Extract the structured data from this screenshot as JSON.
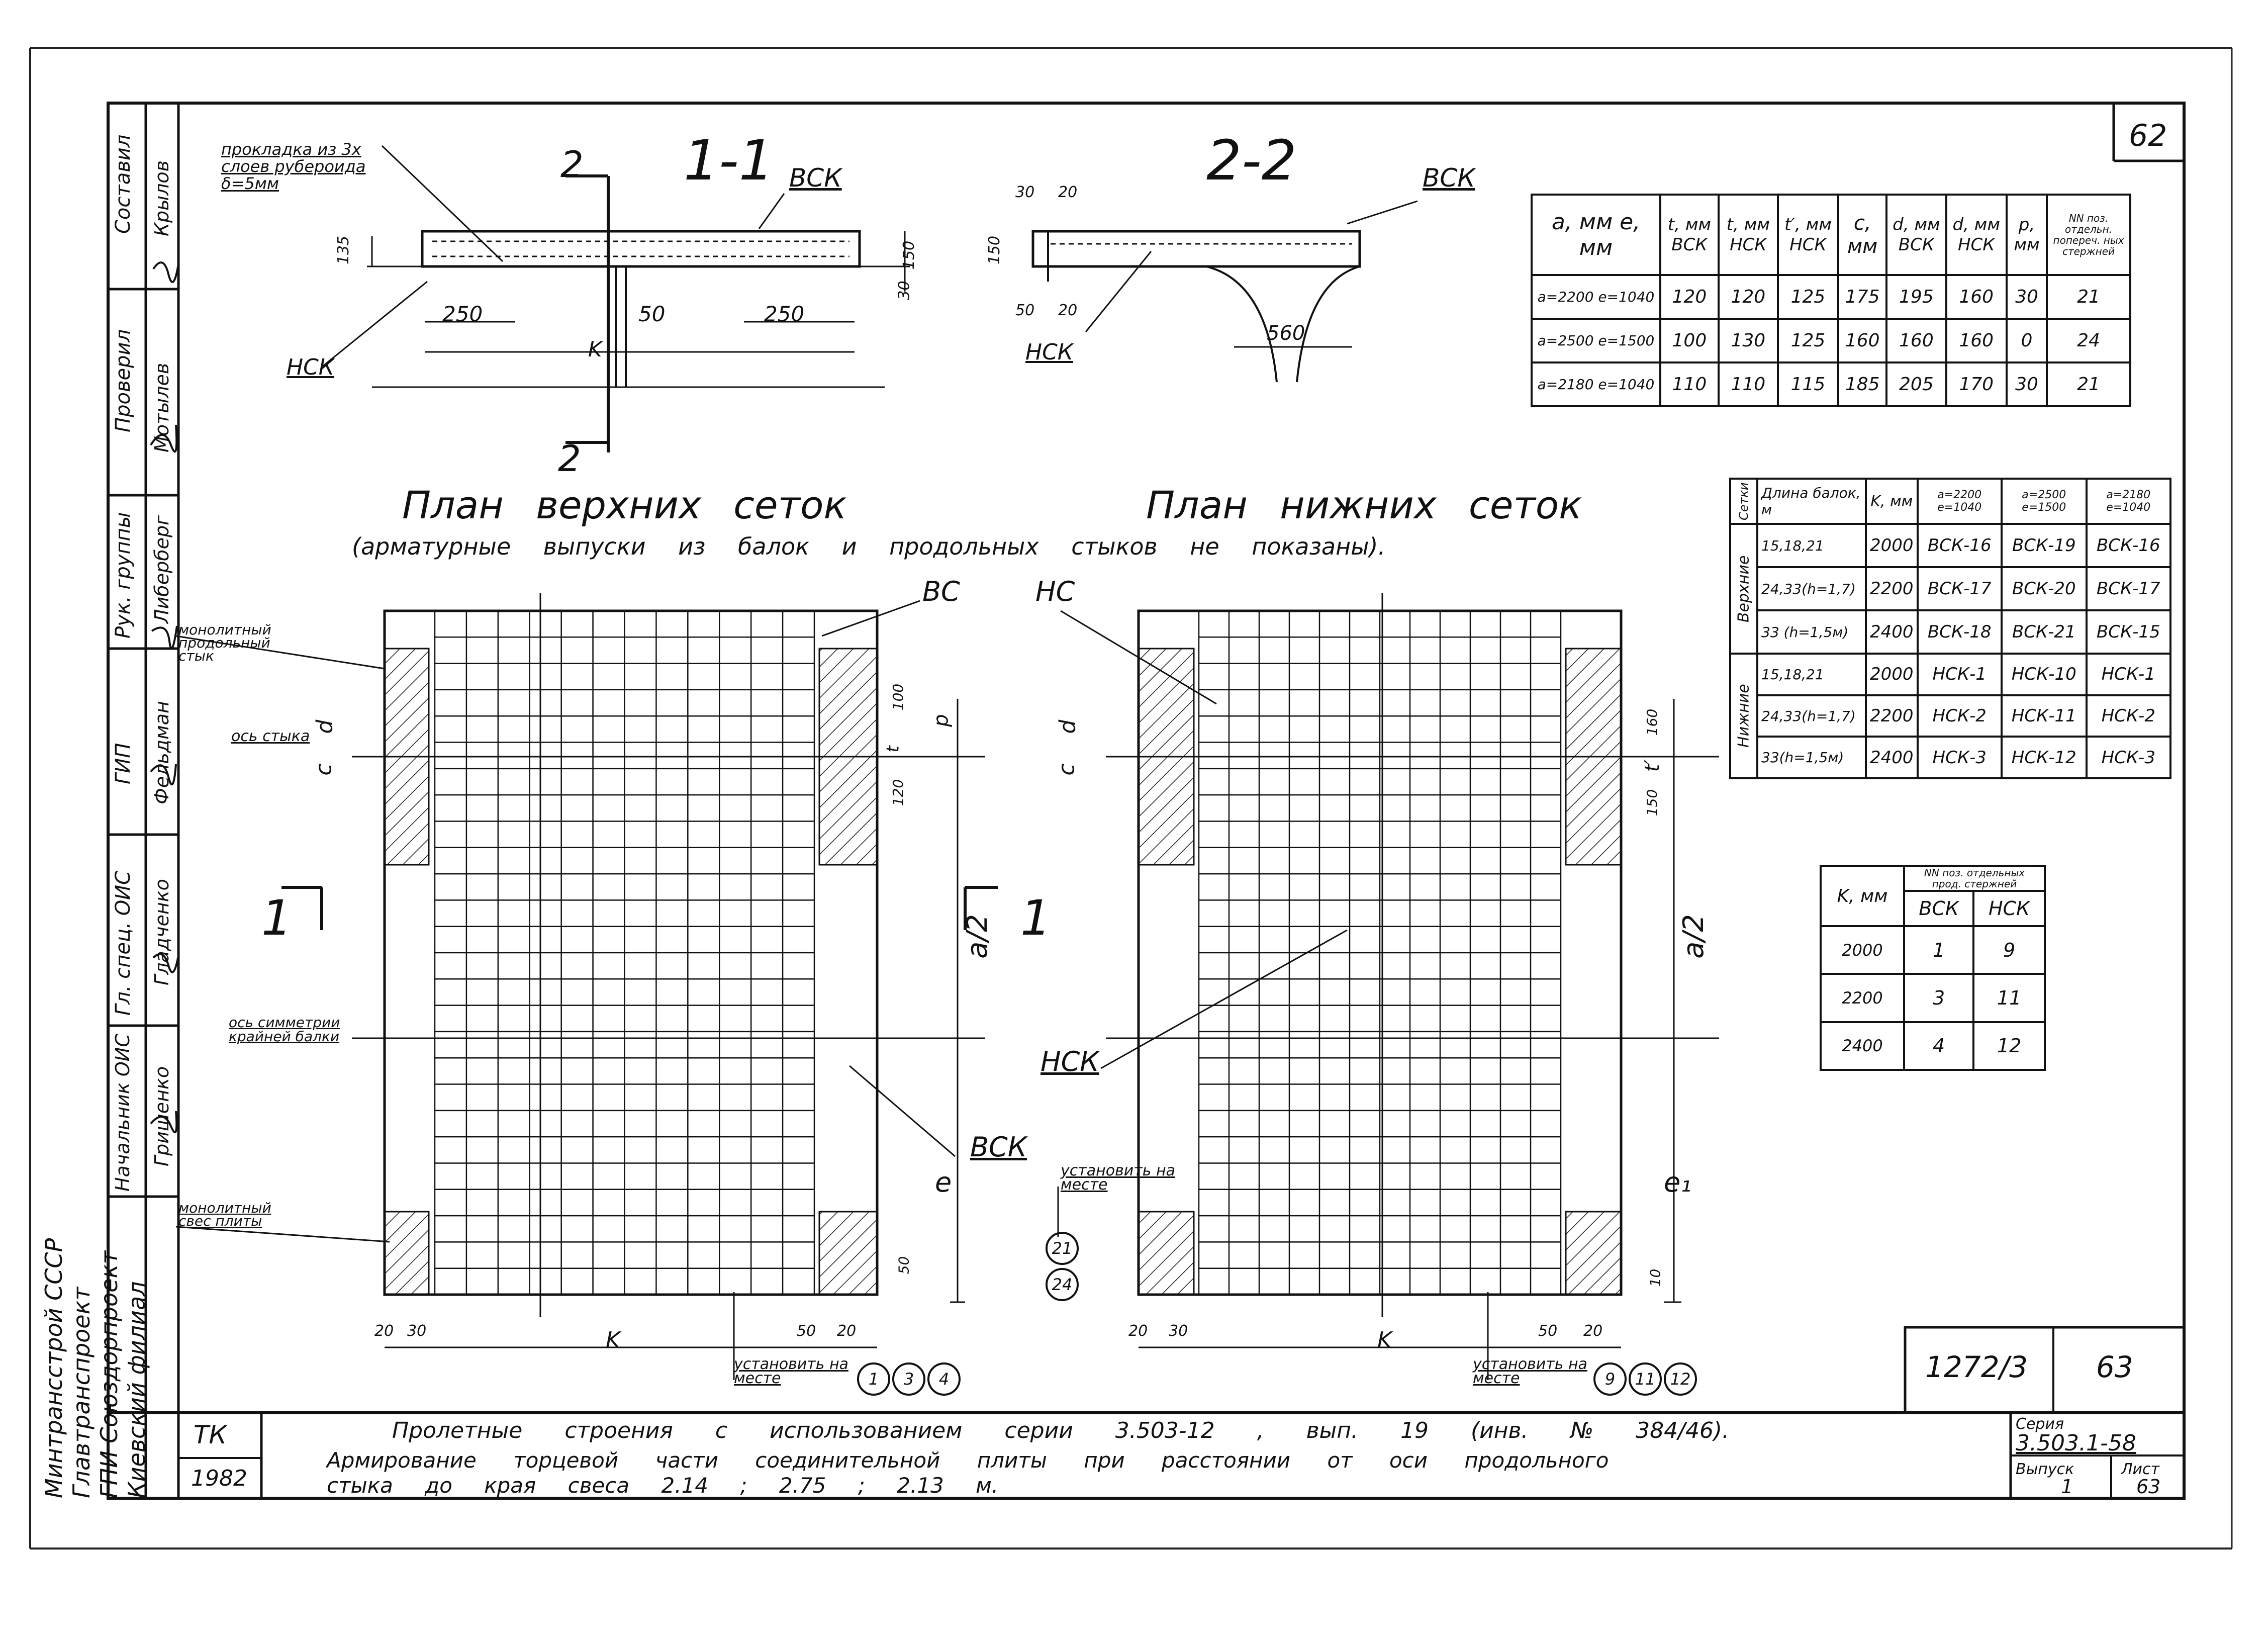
{
  "sheet_number": "62",
  "sections": {
    "s11": {
      "title": "1-1",
      "note": "прокладка из 3х слоев рубероида δ=5мм",
      "cut_mark": "2",
      "vsk": "ВСК",
      "nsk": "НСК",
      "dims": {
        "d250a": "250",
        "d50": "50",
        "d250b": "250",
        "k": "K",
        "d135": "135",
        "d150": "150",
        "d30": "30"
      }
    },
    "s22": {
      "title": "2-2",
      "vsk": "ВСК",
      "nsk": "НСК",
      "dims": {
        "d30": "30",
        "d20": "20",
        "d150": "150",
        "d50": "50",
        "d20b": "20",
        "d560": "560"
      }
    }
  },
  "table1": {
    "headers": [
      "a, мм e, мм",
      "t, мм ВСК",
      "t, мм НСК",
      "t′, мм НСК",
      "c, мм",
      "d, мм ВСК",
      "d, мм НСК",
      "p, мм",
      "NN поз. отдельн. попереч. ных стержней"
    ],
    "rows": [
      [
        "a=2200 e=1040",
        "120",
        "120",
        "125",
        "175",
        "195",
        "160",
        "30",
        "21"
      ],
      [
        "a=2500 e=1500",
        "100",
        "130",
        "125",
        "160",
        "160",
        "160",
        "0",
        "24"
      ],
      [
        "a=2180 e=1040",
        "110",
        "110",
        "115",
        "185",
        "205",
        "170",
        "30",
        "21"
      ]
    ]
  },
  "table2": {
    "headers": [
      "Сетки",
      "Длина балок, м",
      "K, мм",
      "a=2200 e=1040",
      "a=2500 e=1500",
      "a=2180 e=1040"
    ],
    "groups": [
      {
        "name": "Верхние",
        "rows": [
          [
            "15,18,21",
            "2000",
            "ВСК-16",
            "ВСК-19",
            "ВСК-16"
          ],
          [
            "24,33(h=1,7)",
            "2200",
            "ВСК-17",
            "ВСК-20",
            "ВСК-17"
          ],
          [
            "33 (h=1,5м)",
            "2400",
            "ВСК-18",
            "ВСК-21",
            "ВСК-15"
          ]
        ]
      },
      {
        "name": "Нижние",
        "rows": [
          [
            "15,18,21",
            "2000",
            "НСК-1",
            "НСК-10",
            "НСК-1"
          ],
          [
            "24,33(h=1,7)",
            "2200",
            "НСК-2",
            "НСК-11",
            "НСК-2"
          ],
          [
            "33(h=1,5м)",
            "2400",
            "НСК-3",
            "НСК-12",
            "НСК-3"
          ]
        ]
      }
    ]
  },
  "table3": {
    "headers": [
      "K, мм",
      "NN поз. отдельных прод. стержней",
      "ВСК",
      "НСК"
    ],
    "rows": [
      [
        "2000",
        "1",
        "9"
      ],
      [
        "2200",
        "3",
        "11"
      ],
      [
        "2400",
        "4",
        "12"
      ]
    ]
  },
  "plans": {
    "upper_title": "План верхних сеток",
    "lower_title": "План нижних сеток",
    "subtitle": "(арматурные выпуски из балок и продольных стыков не показаны).",
    "labels": {
      "vs": "ВС",
      "ns": "НС",
      "vsk": "ВСК",
      "nsk": "НСК",
      "monolith_joint": "монолитный продольный стык",
      "joint_axis": "ось стыка",
      "sym_axis": "ось симметрии крайней балки",
      "monolith_overhang": "монолитный свес плиты",
      "install": "установить на месте",
      "cut_l": "1",
      "cut_r": "1",
      "d": "d",
      "c": "c",
      "t": "t",
      "t1": "t′",
      "p": "p",
      "a2": "a/2",
      "e": "e",
      "e1": "e₁",
      "k": "K",
      "d100": "100",
      "d120": "120",
      "d160": "160",
      "d150": "150",
      "d50": "50",
      "d20": "20",
      "d30": "30",
      "d10": "10",
      "d50b": "50",
      "d20b": "20"
    },
    "bubbles_left": [
      "1",
      "3",
      "4"
    ],
    "bubbles_right": [
      "9",
      "11",
      "12"
    ],
    "bubbles_mid": [
      "21",
      "24"
    ]
  },
  "sidebar": {
    "roles": [
      "Составил",
      "Проверил",
      "Рук. группы",
      "ГИП",
      "Гл. спец. ОИС",
      "Начальник ОИС"
    ],
    "names": [
      "Крылов",
      "Мотылев",
      "Либерберг",
      "Фельдман",
      "Гладченко",
      "Гришенко"
    ],
    "org": [
      "Минтрансстрой СССР",
      "Главтранспроект",
      "ГПИ Союздорпроект",
      "Киевский филиал"
    ]
  },
  "titleblock": {
    "tk": "ТК",
    "year": "1982",
    "line1": "Пролетные строения с использованием серии 3.503-12 , вып. 19 (инв. № 384/46).",
    "line2": "Армирование торцевой части соединительной плиты при расстоянии от оси продольного",
    "line3": "стыка до края свеса 2.14 ; 2.75 ; 2.13 м.",
    "series_label": "Серия",
    "series": "3.503.1-58",
    "issue_label": "Выпуск",
    "issue": "1",
    "sheet_label": "Лист",
    "sheet": "63",
    "code": "1272/3",
    "code_sheet": "63"
  }
}
